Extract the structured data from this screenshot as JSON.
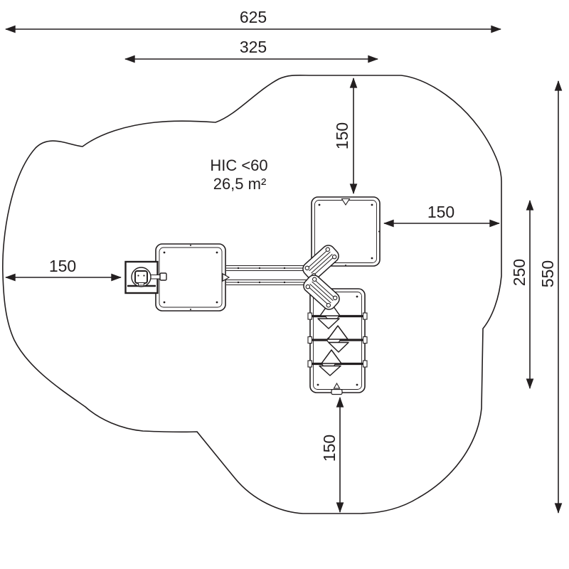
{
  "colors": {
    "line": "#231f20",
    "background": "#ffffff"
  },
  "annotations": {
    "impact_rating": "HIC <60",
    "safety_surface_area": "26,5 m²"
  },
  "dimensions": {
    "overall_width": "625",
    "inner_width": "325",
    "clearance_top": "150",
    "clearance_right": "150",
    "clearance_left": "150",
    "clearance_bottom": "150",
    "equipment_depth": "250",
    "overall_depth": "550"
  }
}
